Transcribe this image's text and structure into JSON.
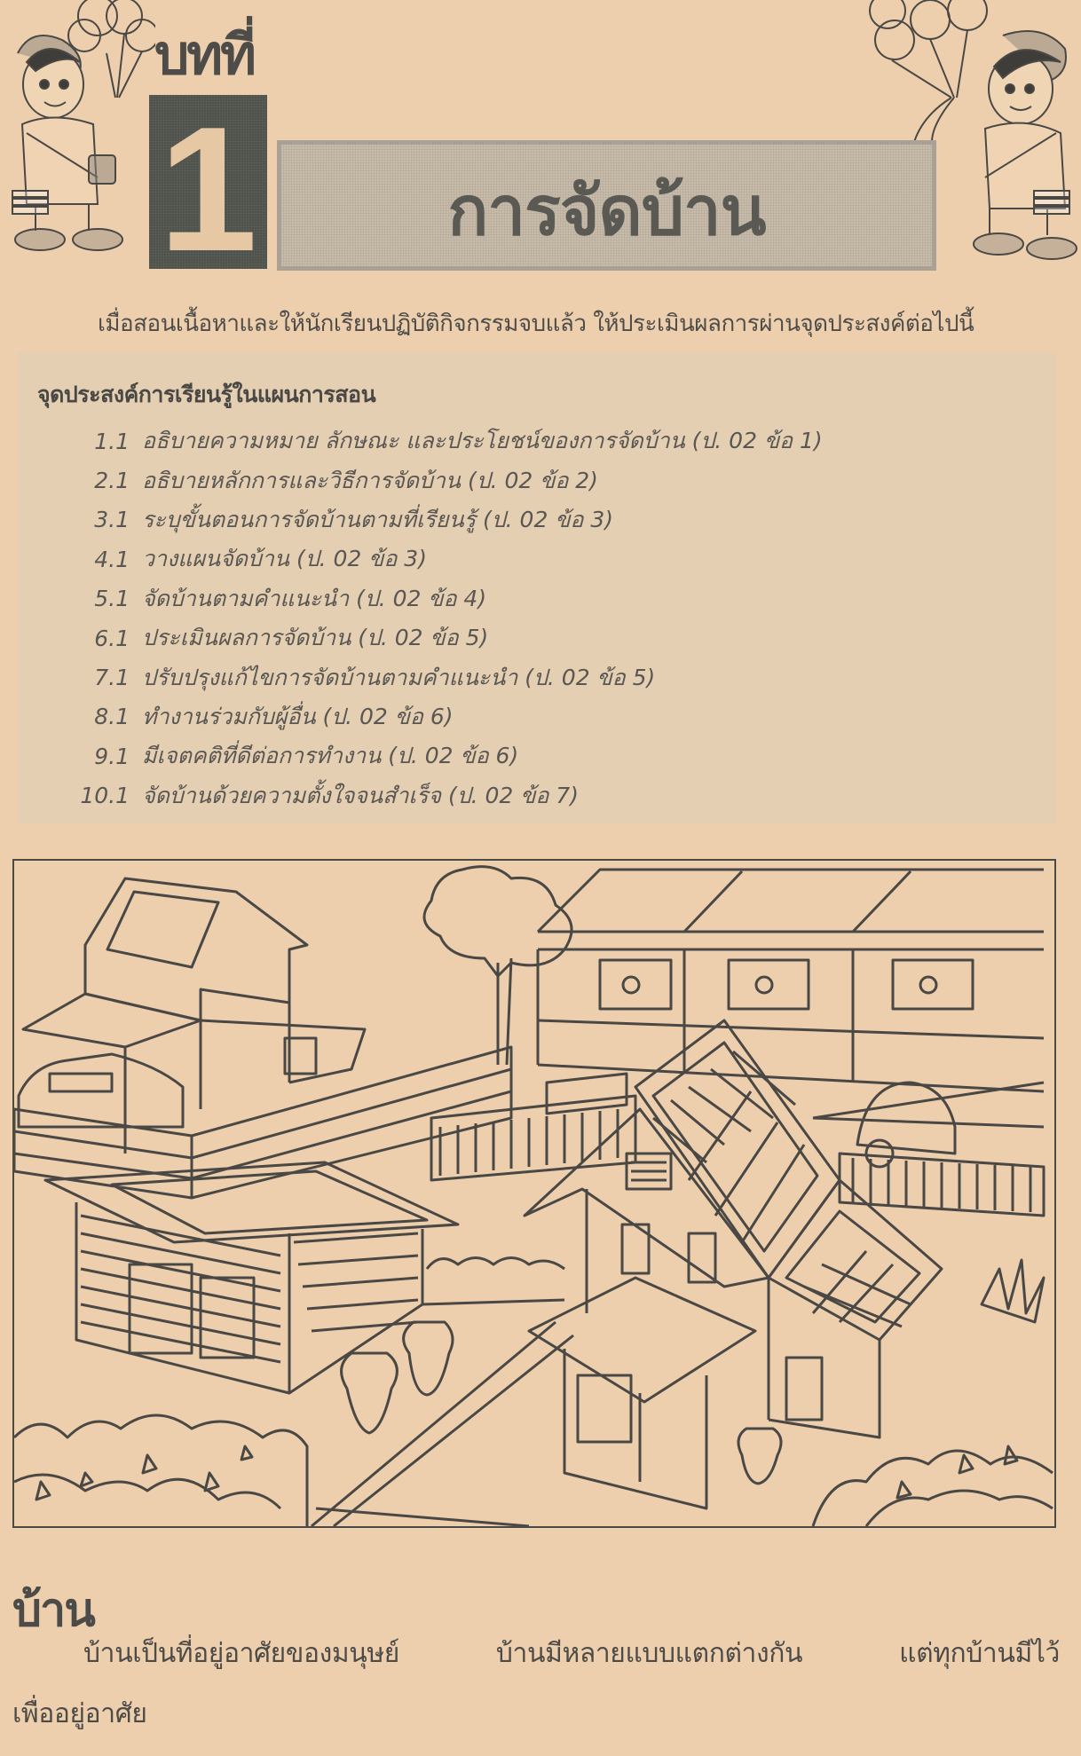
{
  "header": {
    "chapter_word": "บทที่",
    "chapter_number": "1",
    "chapter_title": "การจัดบ้าน",
    "mascot_left": "scout-boy-with-balloons-icon",
    "mascot_right": "scout-boy-with-balloons-icon"
  },
  "intro": {
    "text": "เมื่อสอนเนื้อหาและให้นักเรียนปฏิบัติกิจกรรมจบแล้ว ให้ประเมินผลการผ่านจุดประสงค์ต่อไปนี้"
  },
  "objectives": {
    "heading": "จุดประสงค์การเรียนรู้ในแผนการสอน",
    "items": [
      {
        "num": "1.1",
        "text": "อธิบายความหมาย ลักษณะ และประโยชน์ของการจัดบ้าน (ป. 02 ข้อ 1)"
      },
      {
        "num": "2.1",
        "text": "อธิบายหลักการและวิธีการจัดบ้าน (ป. 02 ข้อ 2)"
      },
      {
        "num": "3.1",
        "text": "ระบุขั้นตอนการจัดบ้านตามที่เรียนรู้ (ป. 02 ข้อ 3)"
      },
      {
        "num": "4.1",
        "text": "วางแผนจัดบ้าน (ป. 02 ข้อ 3)"
      },
      {
        "num": "5.1",
        "text": "จัดบ้านตามคำแนะนำ (ป. 02 ข้อ 4)"
      },
      {
        "num": "6.1",
        "text": "ประเมินผลการจัดบ้าน (ป. 02 ข้อ 5)"
      },
      {
        "num": "7.1",
        "text": "ปรับปรุงแก้ไขการจัดบ้านตามคำแนะนำ (ป. 02 ข้อ 5)"
      },
      {
        "num": "8.1",
        "text": "ทำงานร่วมกับผู้อื่น (ป. 02 ข้อ 6)"
      },
      {
        "num": "9.1",
        "text": "มีเจตคติที่ดีต่อการทำงาน (ป. 02 ข้อ 6)"
      },
      {
        "num": "10.1",
        "text": "จัดบ้านด้วยความตั้งใจจนสำเร็จ (ป. 02 ข้อ 7)"
      }
    ]
  },
  "illustration": {
    "subject": "neighborhood-houses-line-drawing"
  },
  "section": {
    "heading": "บ้าน",
    "line1": "บ้านเป็นที่อยู่อาศัยของมนุษย์ บ้านมีหลายแบบแตกต่างกัน แต่ทุกบ้านมีไว้",
    "line2": "เพื่ออยู่อาศัย"
  },
  "colors": {
    "paper": "#edcfae",
    "objectives_bg": "#e5cfb3",
    "chapter_box": "#4f514c",
    "title_box": "#c8bba8",
    "ink": "#4a4845"
  }
}
